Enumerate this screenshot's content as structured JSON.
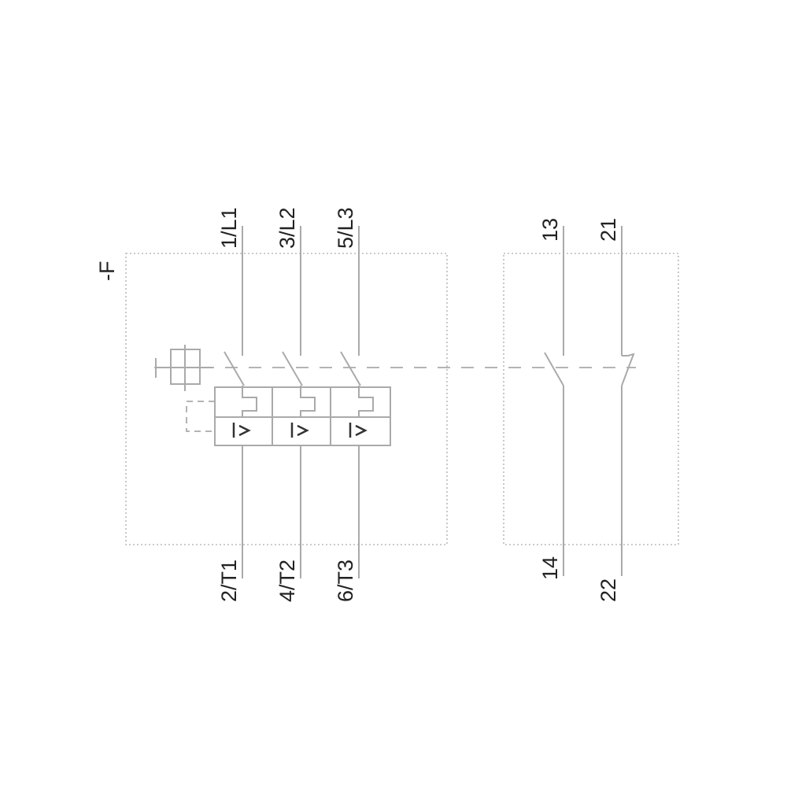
{
  "device_label": "-F",
  "main_terminals": {
    "top": [
      "1/L1",
      "3/L2",
      "5/L3"
    ],
    "bottom": [
      "2/T1",
      "4/T2",
      "6/T3"
    ]
  },
  "aux_contacts": [
    {
      "type": "NO",
      "top": "13",
      "bottom": "14"
    },
    {
      "type": "NC",
      "top": "21",
      "bottom": "22"
    }
  ]
}
